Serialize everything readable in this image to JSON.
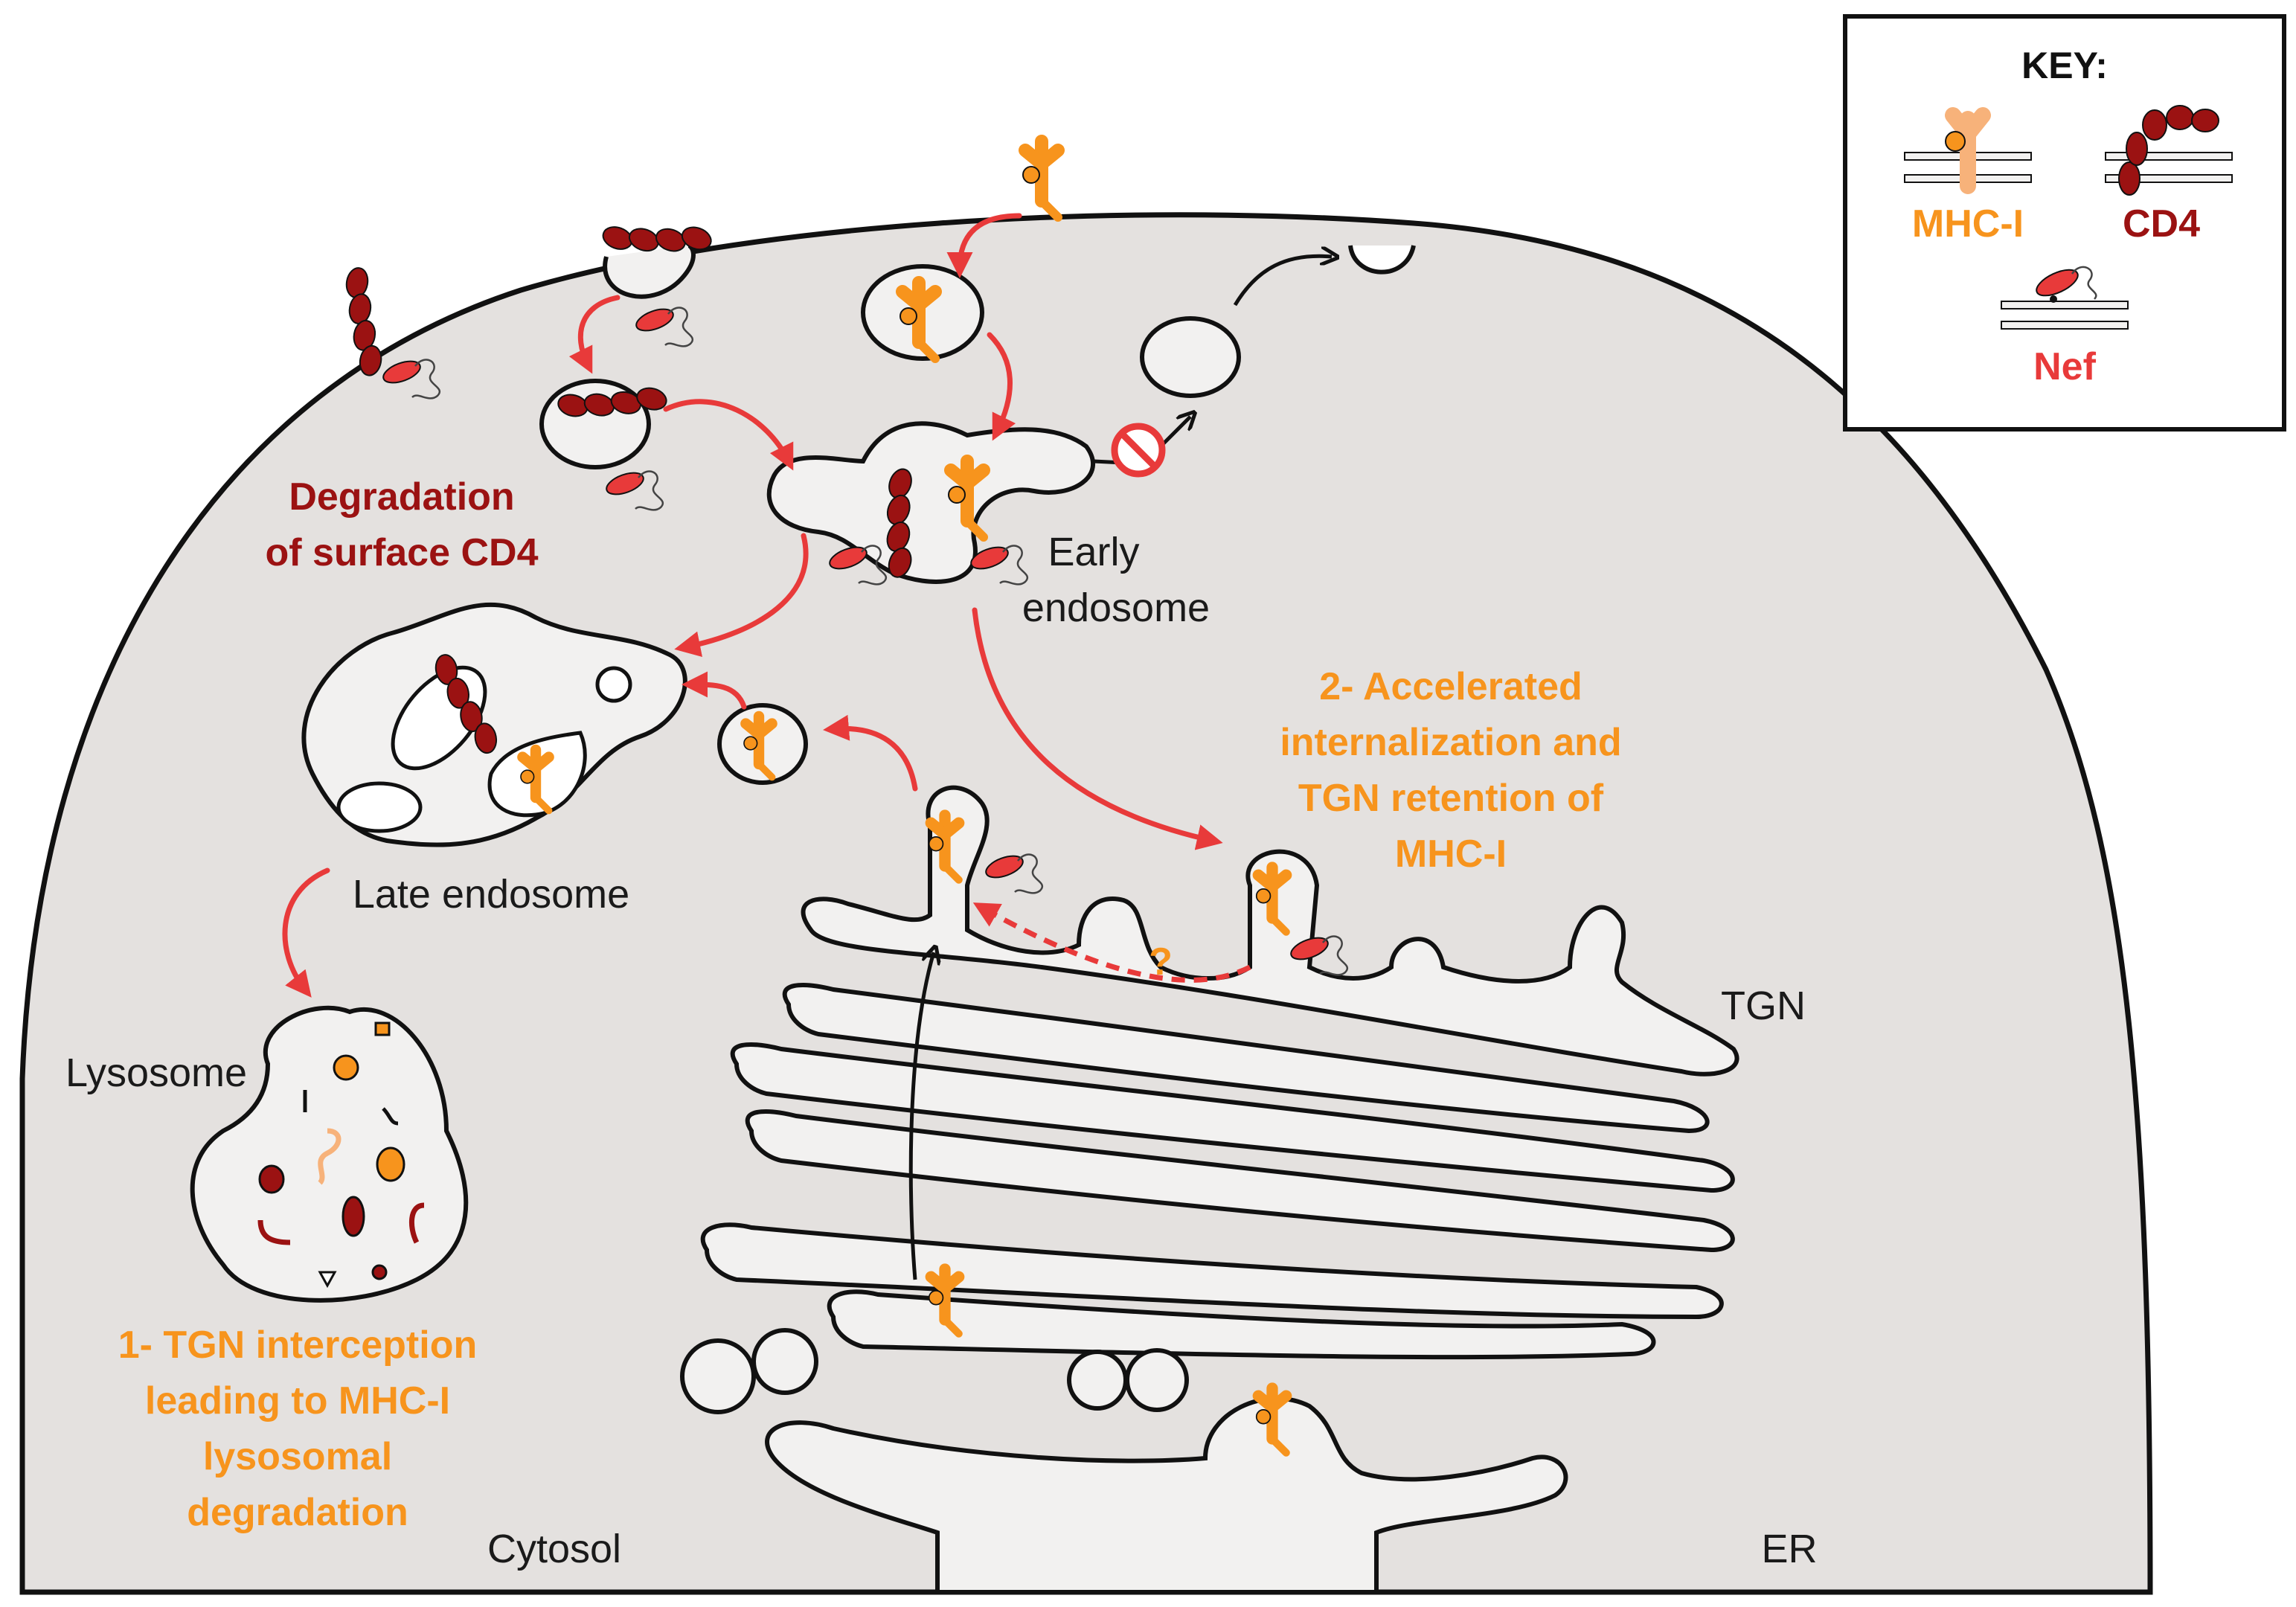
{
  "labels": {
    "early_endosome": [
      "Early",
      "endosome"
    ],
    "late_endosome": "Late endosome",
    "lysosome": "Lysosome",
    "cytosol": "Cytosol",
    "er": "ER",
    "tgn": "TGN",
    "question_mark": "?",
    "degradation_cd4": [
      "Degradation",
      "of surface CD4"
    ],
    "mechanism_1": [
      "1- TGN interception",
      "leading to MHC-I",
      "lysosomal",
      "degradation"
    ],
    "mechanism_2": [
      "2- Accelerated",
      "internalization and",
      "TGN retention of",
      "MHC-I"
    ]
  },
  "key": {
    "title": "KEY:",
    "mhc": "MHC-I",
    "cd4": "CD4",
    "nef": "Nef"
  },
  "colors": {
    "cytoplasm": "#e4e1df",
    "vesicle": "#f2f1f0",
    "mhc_orange": "#f7941d",
    "mhc_light": "#f7b27a",
    "cd4_dark_red": "#9b1212",
    "nef_red": "#e83a3a"
  },
  "icons": {
    "blocked": "no-entry-icon",
    "mhc": "mhc-molecule-icon",
    "cd4": "cd4-molecule-icon",
    "nef": "nef-protein-icon"
  }
}
